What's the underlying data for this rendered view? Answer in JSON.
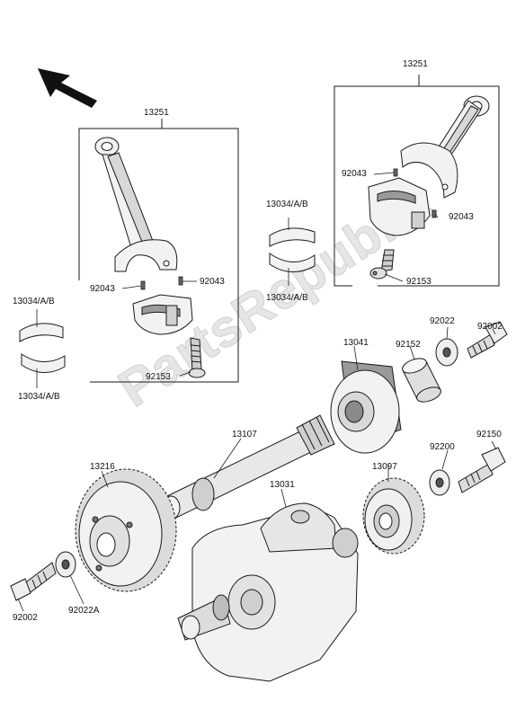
{
  "watermark": "PartsRepublik",
  "colors": {
    "line": "#1a1a1a",
    "part_fill": "#f2f2f2",
    "shade": "#9a9a9a",
    "dark": "#555555"
  },
  "labels": {
    "rod_group_right": "13251",
    "rod_group_left": "13251",
    "bearing_mid_top": "13034/A/B",
    "bearing_mid_bottom": "13034/A/B",
    "bearing_left_top": "13034/A/B",
    "bearing_left_bottom": "13034/A/B",
    "pin_left_a": "92043",
    "pin_left_b": "92043",
    "pin_right_a": "92043",
    "pin_right_b": "92043",
    "bolt_left": "92153",
    "bolt_right": "92153",
    "bolt_top_right": "92002",
    "washer_top": "92022",
    "bushing": "92152",
    "rotor": "13041",
    "shaft": "13107",
    "gear_left": "13216",
    "crankshaft": "13031",
    "gear_right": "13097",
    "washer_right": "92200",
    "bolt_right_lower": "92150",
    "bolt_bottom_left": "92002",
    "washer_bottom_left": "92022A"
  }
}
